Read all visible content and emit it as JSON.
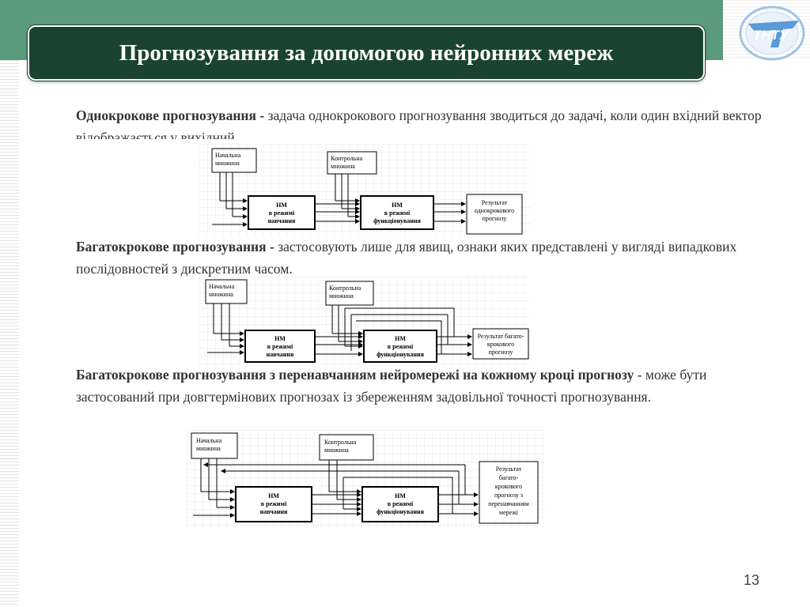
{
  "title": "Прогнозування за допомогою нейронних мереж",
  "logo_text": "ТНТУ",
  "section1": {
    "heading": "Однокрокове прогнозування -",
    "text": " задача однокрокового прогнозування зводиться до задачі, коли один вхідний вектор відображається у вихідний."
  },
  "section2": {
    "heading": "Багатокрокове прогнозування -",
    "text": " застосовують лише для явищ, ознаки яких представлені у вигляді випадкових послідовностей з дискретним часом."
  },
  "section3": {
    "heading": "Багатокрокове прогнозування з перенавчанням нейромережі на кожному кроці прогнозу",
    "text": " - може бути застосований при довгтермінових прогнозах із збереженням задовільної точності прогнозування."
  },
  "diagram1": {
    "initial_set": [
      "Начальна",
      "множина"
    ],
    "control_set": [
      "Контрольна",
      "множина"
    ],
    "nn_training": [
      "НМ",
      "в режимі",
      "навчання"
    ],
    "nn_operating": [
      "НМ",
      "в режимі",
      "функціонування"
    ],
    "result": [
      "Результат",
      "однокрокового",
      "прогнозу"
    ]
  },
  "diagram2": {
    "initial_set": [
      "Начальна",
      "множина"
    ],
    "control_set": [
      "Контрольна",
      "множина"
    ],
    "nn_training": [
      "НМ",
      "в режимі",
      "навчання"
    ],
    "nn_operating": [
      "НМ",
      "в режимі",
      "функціонування"
    ],
    "result": [
      "Результат багато-",
      "крокового",
      "прогнозу"
    ]
  },
  "diagram3": {
    "initial_set": [
      "Начальна",
      "множина"
    ],
    "control_set": [
      "Контрольна",
      "множина"
    ],
    "nn_training": [
      "НМ",
      "в режимі",
      "навчання"
    ],
    "nn_operating": [
      "НМ",
      "в режимі",
      "функціонування"
    ],
    "result": [
      "Результат",
      "багато-",
      "крокового",
      "прогнозу з",
      "перенавчанням",
      "мережі"
    ]
  },
  "page_number": "13"
}
